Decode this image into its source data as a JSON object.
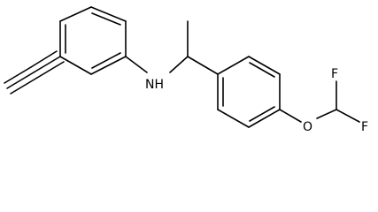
{
  "molecule": {
    "atoms": {
      "nh": "NH",
      "oxygen": "O",
      "fluorine_top": "F",
      "fluorine_bottom": "F"
    },
    "colors": {
      "bond": "#000000",
      "label": "#000000",
      "background": "#ffffff"
    }
  }
}
